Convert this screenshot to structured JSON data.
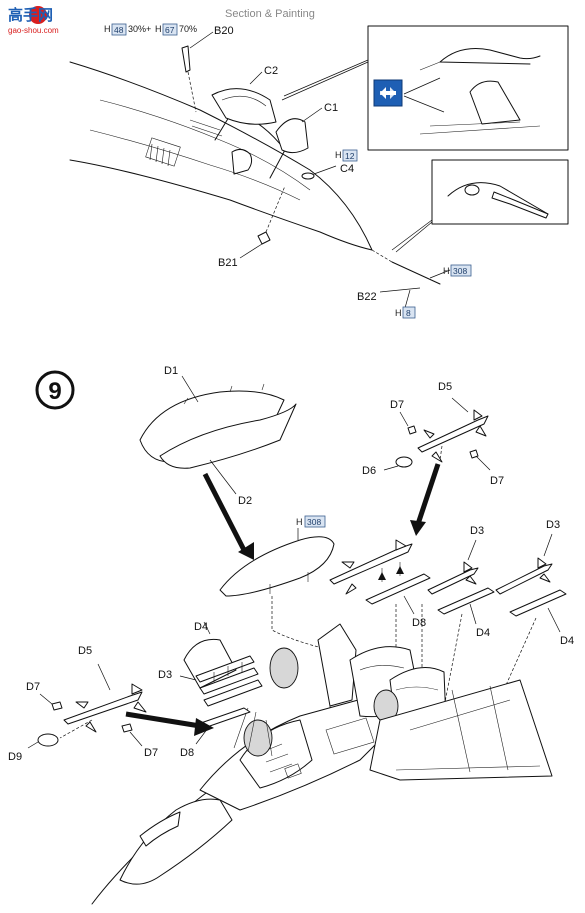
{
  "logo": {
    "text": "高手网",
    "subtext": "gao-shou.com"
  },
  "header": {
    "fragment": "Section & Painting"
  },
  "paint": {
    "canopy_mix": {
      "prefix": "H",
      "code_a": "48",
      "pct_a": "30%+",
      "prefix_b": "H",
      "code_b": "67",
      "pct_b": "70%"
    },
    "c4": {
      "prefix": "H",
      "code": "12"
    },
    "b22_a": {
      "prefix": "H",
      "code": "308"
    },
    "b22_b": {
      "prefix": "H",
      "code": "8"
    },
    "tank": {
      "prefix": "H",
      "code": "308"
    }
  },
  "step": {
    "number": "9"
  },
  "parts": {
    "b20": "B20",
    "c2": "C2",
    "c1": "C1",
    "c4": "C4",
    "b21": "B21",
    "b22": "B22",
    "d1": "D1",
    "d2": "D2",
    "d5_top": "D5",
    "d7_top_a": "D7",
    "d6": "D6",
    "d7_top_b": "D7",
    "d3_a": "D3",
    "d3_b": "D3",
    "d8_right": "D8",
    "d4_a": "D4",
    "d4_b": "D4",
    "d4_left": "D4",
    "d3_left": "D3",
    "d5_left": "D5",
    "d7_left_a": "D7",
    "d9": "D9",
    "d7_left_b": "D7",
    "d8_left": "D8"
  },
  "colors": {
    "ink": "#111111",
    "paint_box": "#d9e4f2",
    "swap_icon": "#1e5fb4",
    "logo_red": "#d81e1e"
  }
}
